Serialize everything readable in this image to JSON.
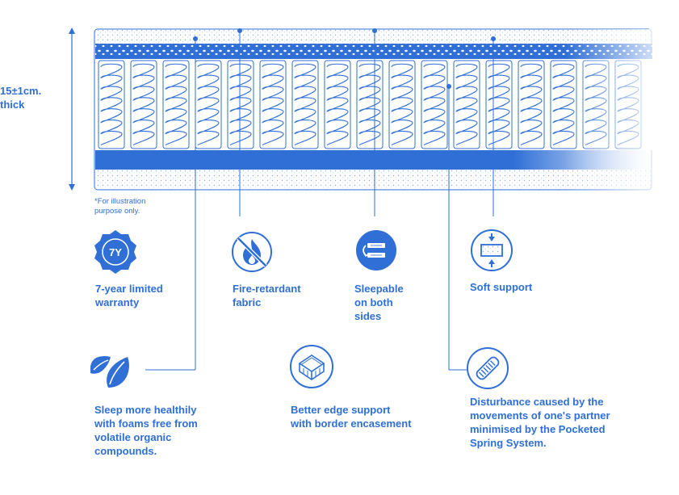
{
  "thickness": {
    "line1": "15±1cm.",
    "line2": "thick"
  },
  "note": {
    "line1": "*For illustration",
    "line2": "purpose only."
  },
  "features": {
    "warranty": {
      "icon": "badge-7y-icon",
      "badge_text": "7Y",
      "lines": [
        "7-year limited",
        "warranty"
      ]
    },
    "fire": {
      "icon": "fire-retardant-icon",
      "lines": [
        "Fire-retardant",
        "fabric"
      ]
    },
    "sleepable": {
      "icon": "flip-mattress-icon",
      "lines": [
        "Sleepable",
        "on both",
        "sides"
      ]
    },
    "soft": {
      "icon": "soft-support-icon",
      "lines": [
        "Soft support"
      ]
    },
    "healthy": {
      "icon": "leaf-icon",
      "lines": [
        "Sleep more healthily",
        "with foams free from",
        "volatile organic",
        "compounds."
      ]
    },
    "edge": {
      "icon": "edge-support-icon",
      "lines": [
        "Better edge support",
        "with border encasement"
      ]
    },
    "disturbance": {
      "icon": "pocketed-spring-icon",
      "lines": [
        "Disturbance caused by the",
        "movements of one's partner",
        "minimised by the Pocketed",
        "Spring System."
      ]
    }
  },
  "colors": {
    "brand": "#2f6fd6",
    "stroke": "#2f6fd6",
    "light": "#e9f1fc"
  }
}
